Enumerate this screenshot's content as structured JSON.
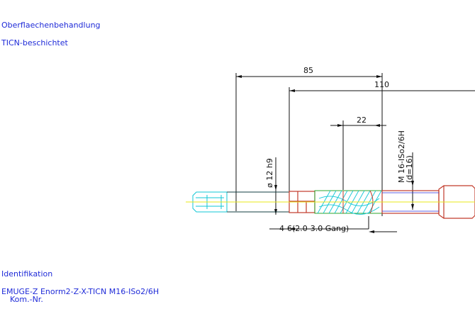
{
  "surface_label": "Oberflaechenbehandlung",
  "surface_value": "TICN-beschichtet",
  "ident_label": "Identifikation",
  "ident_value": "EMUGE-Z   Enorm2-Z-X-TICN   M16-ISo2/6H",
  "kom_nr": "Kom.-Nr.",
  "dims": {
    "d85": "85",
    "d110": "110",
    "d22": "22",
    "shank": "ø 12 h9",
    "thread": "M 16-ISo2/6H",
    "thread_d": "(d=16)",
    "chamfer": "4-6(2.0-3.0 Gang)"
  },
  "colors": {
    "text": "#1f2bd8",
    "dimension": "#111111",
    "outline_cyan": "#12c7d6",
    "holder_red": "#c23a2a",
    "center_yellow": "#e8e81a",
    "green": "#2ca62c",
    "blue": "#2b2bd8"
  }
}
